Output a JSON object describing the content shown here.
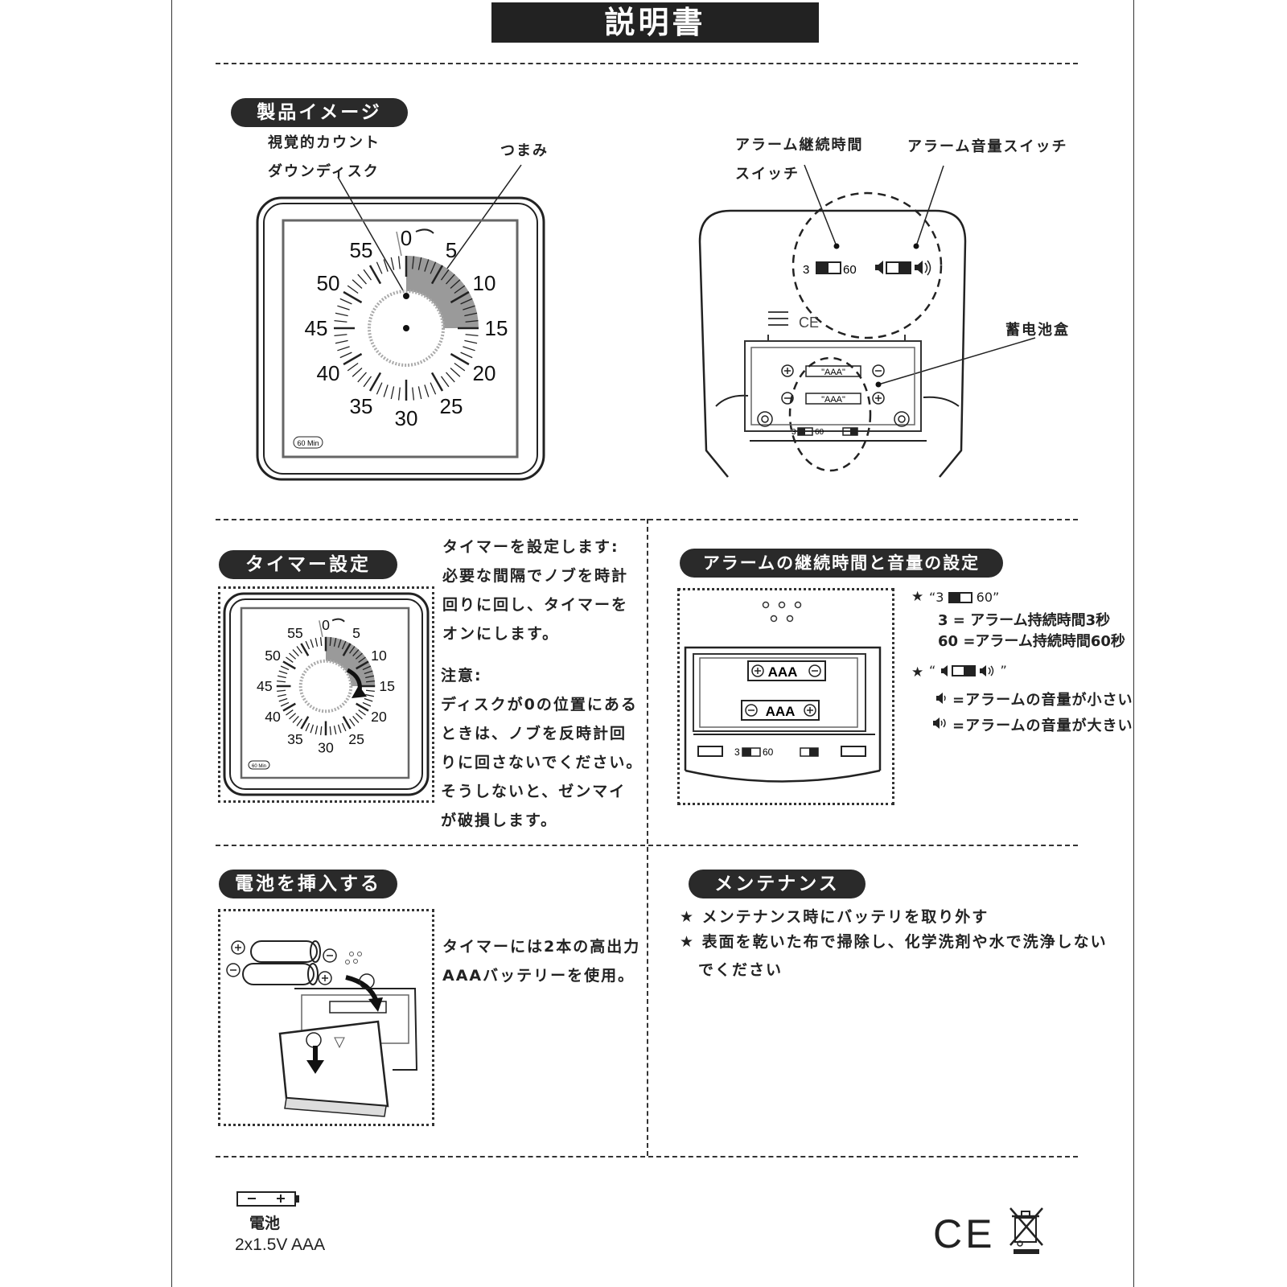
{
  "header": {
    "title": "説明書"
  },
  "product": {
    "heading": "製品イメージ",
    "disc_label_1": "視覚的カウント",
    "disc_label_2": "ダウンディスク",
    "knob_label": "つまみ",
    "duration_switch_label_1": "アラーム継続時間",
    "duration_switch_label_2": "スイッチ",
    "volume_switch_label": "アラーム音量スイッチ",
    "battery_box_label": "蓄电池盒",
    "badge": "60 Min",
    "switch_low": "3",
    "switch_high": "60",
    "battery_type": "\"AAA\""
  },
  "dial": {
    "numbers": [
      "0",
      "5",
      "10",
      "15",
      "20",
      "25",
      "30",
      "35",
      "40",
      "45",
      "50",
      "55"
    ]
  },
  "timer_setting": {
    "heading": "タイマー設定",
    "lines": [
      "タイマーを設定します:",
      "必要な間隔でノブを時計",
      "回りに回し、タイマーを",
      "オンにします。"
    ],
    "note_title": "注意:",
    "note_lines": [
      "ディスクが0の位置にある",
      "ときは、ノブを反時計回",
      "りに回さないでください。",
      "そうしないと、ゼンマイ",
      "が破損します。"
    ]
  },
  "alarm_setting": {
    "heading": "アラームの継続時間と音量の設定",
    "duration_switch": "“3    60”",
    "duration_3": "3 = アラーム持続時間3秒",
    "duration_60": "60 =アラーム持続時間60秒",
    "volume_switch": "“        ”",
    "volume_low": "=アラームの音量が小さい",
    "volume_high": "=アラームの音量が大きい",
    "star": "★",
    "battery_label": "AAA"
  },
  "battery_insert": {
    "heading": "電池を挿入する",
    "lines": [
      "タイマーには2本の高出力",
      "AAAバッテリーを使用。"
    ]
  },
  "maintenance": {
    "heading": "メンテナンス",
    "items": [
      "★ メンテナンス時にバッテリを取り外す",
      "★ 表面を乾いた布で掃除し、化学洗剤や水で洗浄しない"
    ],
    "continuation": "でください"
  },
  "footer": {
    "battery_label": "電池",
    "battery_spec": "2x1.5V AAA",
    "ce_mark": "CE"
  }
}
